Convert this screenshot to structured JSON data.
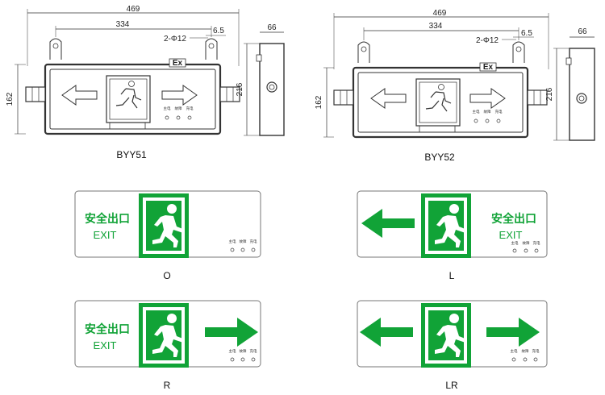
{
  "colors": {
    "green": "#11a337",
    "line": "#333333",
    "panel_border": "#777777"
  },
  "drawings": [
    {
      "model": "BYY51",
      "dims": {
        "width_total": "469",
        "mount_span": "334",
        "holes": "2-Φ12",
        "hole_offset": "6.5",
        "height": "162",
        "side_height": "216",
        "depth": "66"
      },
      "ex_mark": "Ex",
      "indicator_labels": [
        "主电",
        "故障",
        "充电"
      ]
    },
    {
      "model": "BYY52",
      "dims": {
        "width_total": "469",
        "mount_span": "334",
        "holes": "2-Φ12",
        "hole_offset": "6.5",
        "height": "162",
        "side_height": "216",
        "depth": "66"
      },
      "ex_mark": "Ex",
      "indicator_labels": [
        "主电",
        "故障",
        "充电"
      ]
    }
  ],
  "panels": [
    {
      "code": "O",
      "text_cn": "安全出口",
      "text_en": "EXIT",
      "arrows": "none",
      "text_side": "left",
      "indicator_labels": [
        "主电",
        "故障",
        "充电"
      ]
    },
    {
      "code": "L",
      "text_cn": "安全出口",
      "text_en": "EXIT",
      "arrows": "left",
      "text_side": "right",
      "indicator_labels": [
        "主电",
        "故障",
        "充电"
      ]
    },
    {
      "code": "R",
      "text_cn": "安全出口",
      "text_en": "EXIT",
      "arrows": "right",
      "text_side": "left",
      "indicator_labels": [
        "主电",
        "故障",
        "充电"
      ]
    },
    {
      "code": "LR",
      "text_cn": "",
      "text_en": "",
      "arrows": "both",
      "text_side": "none",
      "indicator_labels": [
        "主电",
        "故障",
        "充电"
      ]
    }
  ]
}
